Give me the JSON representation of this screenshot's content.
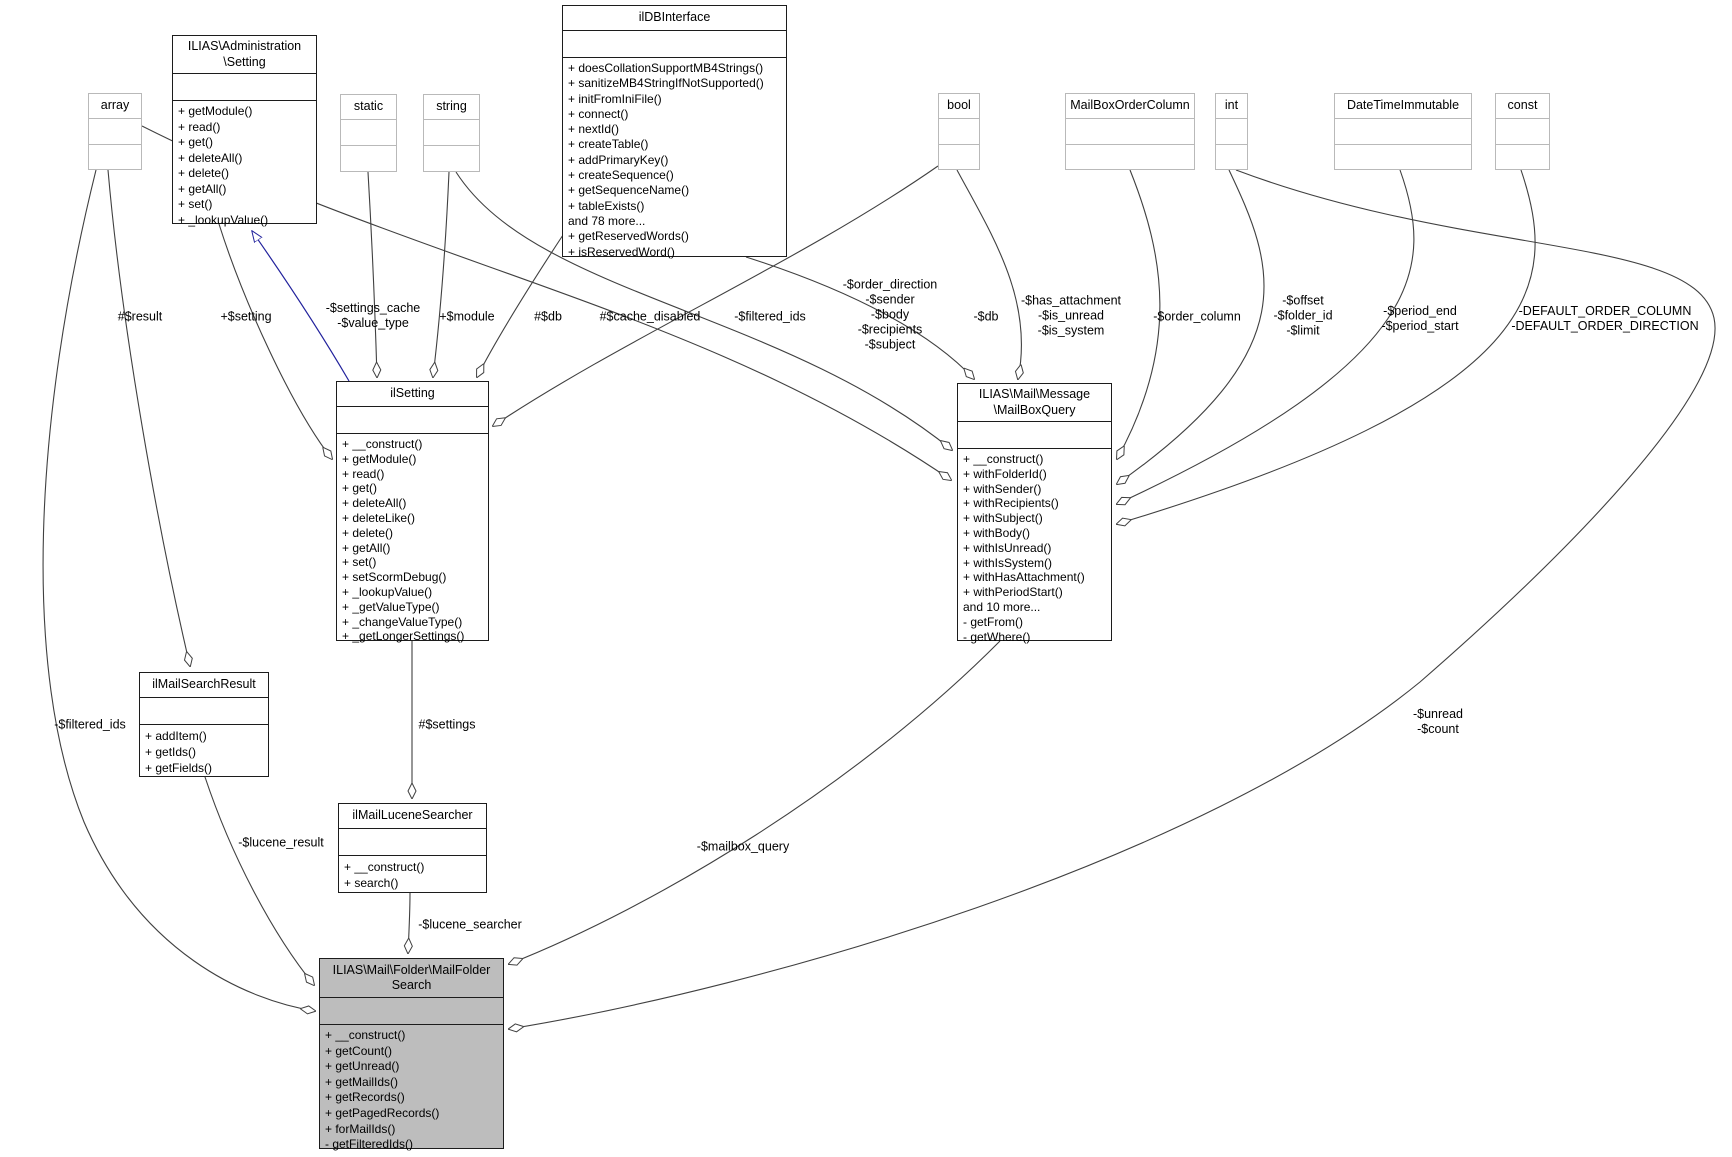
{
  "diagram": {
    "classes": [
      {
        "id": "array",
        "kind": "primitive",
        "title_lines": [
          "array"
        ],
        "methods": []
      },
      {
        "id": "setting_interface",
        "kind": "class",
        "title_lines": [
          "ILIAS\\Administration",
          "\\Setting"
        ],
        "methods": [
          "+ getModule()",
          "+ read()",
          "+ get()",
          "+ deleteAll()",
          "+ delete()",
          "+ getAll()",
          "+ set()",
          "+ _lookupValue()"
        ]
      },
      {
        "id": "static",
        "kind": "primitive",
        "title_lines": [
          "static"
        ],
        "methods": []
      },
      {
        "id": "string",
        "kind": "primitive",
        "title_lines": [
          "string"
        ],
        "methods": []
      },
      {
        "id": "ildbinterface",
        "kind": "class",
        "title_lines": [
          "ilDBInterface"
        ],
        "methods": [
          "+ doesCollationSupportMB4Strings()",
          "+ sanitizeMB4StringIfNotSupported()",
          "+ initFromIniFile()",
          "+ connect()",
          "+ nextId()",
          "+ createTable()",
          "+ addPrimaryKey()",
          "+ createSequence()",
          "+ getSequenceName()",
          "+ tableExists()",
          "and 78 more...",
          "+ getReservedWords()",
          "+ isReservedWord()"
        ]
      },
      {
        "id": "bool",
        "kind": "primitive",
        "title_lines": [
          "bool"
        ],
        "methods": []
      },
      {
        "id": "mailboxordercolumn",
        "kind": "primitive",
        "title_lines": [
          "MailBoxOrderColumn"
        ],
        "methods": []
      },
      {
        "id": "int",
        "kind": "primitive",
        "title_lines": [
          "int"
        ],
        "methods": []
      },
      {
        "id": "datetimeimmutable",
        "kind": "primitive",
        "title_lines": [
          "DateTimeImmutable"
        ],
        "methods": []
      },
      {
        "id": "const",
        "kind": "primitive",
        "title_lines": [
          "const"
        ],
        "methods": []
      },
      {
        "id": "ilsetting",
        "kind": "class",
        "title_lines": [
          "ilSetting"
        ],
        "methods": [
          "+ __construct()",
          "+ getModule()",
          "+ read()",
          "+ get()",
          "+ deleteAll()",
          "+ deleteLike()",
          "+ delete()",
          "+ getAll()",
          "+ set()",
          "+ setScormDebug()",
          "+ _lookupValue()",
          "+ _getValueType()",
          "+ _changeValueType()",
          "+ _getLongerSettings()"
        ]
      },
      {
        "id": "mailboxquery",
        "kind": "class",
        "title_lines": [
          "ILIAS\\Mail\\Message",
          "\\MailBoxQuery"
        ],
        "methods": [
          "+ __construct()",
          "+ withFolderId()",
          "+ withSender()",
          "+ withRecipients()",
          "+ withSubject()",
          "+ withBody()",
          "+ withIsUnread()",
          "+ withIsSystem()",
          "+ withHasAttachment()",
          "+ withPeriodStart()",
          "and 10 more...",
          "- getFrom()",
          "- getWhere()"
        ]
      },
      {
        "id": "ilmailsearchresult",
        "kind": "class",
        "title_lines": [
          "ilMailSearchResult"
        ],
        "methods": [
          "+ addItem()",
          "+ getIds()",
          "+ getFields()"
        ]
      },
      {
        "id": "ilmaillucenesearcher",
        "kind": "class",
        "title_lines": [
          "ilMailLuceneSearcher"
        ],
        "methods": [
          "+ __construct()",
          "+ search()"
        ]
      },
      {
        "id": "mailfoldersearch",
        "kind": "highlight",
        "title_lines": [
          "ILIAS\\Mail\\Folder\\MailFolder",
          "Search"
        ],
        "methods": [
          "+ __construct()",
          "+ getCount()",
          "+ getUnread()",
          "+ getMailIds()",
          "+ getRecords()",
          "+ getPagedRecords()",
          "+ forMailIds()",
          "- getFilteredIds()"
        ]
      }
    ],
    "edge_labels": [
      {
        "id": "result",
        "text": "#$result"
      },
      {
        "id": "setting",
        "text": "+$setting"
      },
      {
        "id": "settings_cache",
        "text": "-$settings_cache\n-$value_type"
      },
      {
        "id": "module",
        "text": "+$module"
      },
      {
        "id": "db_setting",
        "text": "#$db"
      },
      {
        "id": "cache_disabled",
        "text": "#$cache_disabled"
      },
      {
        "id": "filtered_ids_query",
        "text": "-$filtered_ids"
      },
      {
        "id": "query_strings",
        "text": "-$order_direction\n-$sender\n-$body\n-$recipients\n-$subject"
      },
      {
        "id": "db_query",
        "text": "-$db"
      },
      {
        "id": "query_bools",
        "text": "-$has_attachment\n-$is_unread\n-$is_system"
      },
      {
        "id": "order_column",
        "text": "-$order_column"
      },
      {
        "id": "query_ints",
        "text": "-$offset\n-$folder_id\n-$limit"
      },
      {
        "id": "period",
        "text": "-$period_end\n-$period_start"
      },
      {
        "id": "defaults",
        "text": "-DEFAULT_ORDER_COLUMN\n-DEFAULT_ORDER_DIRECTION"
      },
      {
        "id": "filtered_ids_search",
        "text": "-$filtered_ids"
      },
      {
        "id": "settings_member",
        "text": "#$settings"
      },
      {
        "id": "lucene_result",
        "text": "-$lucene_result"
      },
      {
        "id": "lucene_searcher",
        "text": "-$lucene_searcher"
      },
      {
        "id": "mailbox_query",
        "text": "-$mailbox_query"
      },
      {
        "id": "unread_count",
        "text": "-$unread\n-$count"
      }
    ],
    "edges": [
      {
        "from": "array",
        "to": "ilmailsearchresult",
        "label": "#$result",
        "type": "aggregation"
      },
      {
        "from": "array",
        "to": "mailboxquery",
        "label": "-$filtered_ids",
        "type": "aggregation"
      },
      {
        "from": "array",
        "to": "mailfoldersearch",
        "label": "-$filtered_ids",
        "type": "aggregation"
      },
      {
        "from": "setting_interface",
        "to": "ilsetting",
        "label": "+$setting",
        "type": "aggregation"
      },
      {
        "from": "ilsetting",
        "to": "setting_interface",
        "label": "",
        "type": "inheritance"
      },
      {
        "from": "static",
        "to": "ilsetting",
        "label": "-$settings_cache -$value_type",
        "type": "aggregation"
      },
      {
        "from": "string",
        "to": "ilsetting",
        "label": "+$module",
        "type": "aggregation"
      },
      {
        "from": "ildbinterface",
        "to": "ilsetting",
        "label": "#$db",
        "type": "aggregation"
      },
      {
        "from": "bool",
        "to": "ilsetting",
        "label": "#$cache_disabled",
        "type": "aggregation"
      },
      {
        "from": "string",
        "to": "mailboxquery",
        "label": "-$order_direction -$sender -$body -$recipients -$subject",
        "type": "aggregation"
      },
      {
        "from": "ildbinterface",
        "to": "mailboxquery",
        "label": "-$db",
        "type": "aggregation"
      },
      {
        "from": "bool",
        "to": "mailboxquery",
        "label": "-$has_attachment -$is_unread -$is_system",
        "type": "aggregation"
      },
      {
        "from": "mailboxordercolumn",
        "to": "mailboxquery",
        "label": "-$order_column",
        "type": "aggregation"
      },
      {
        "from": "int",
        "to": "mailboxquery",
        "label": "-$offset -$folder_id -$limit",
        "type": "aggregation"
      },
      {
        "from": "datetimeimmutable",
        "to": "mailboxquery",
        "label": "-$period_end -$period_start",
        "type": "aggregation"
      },
      {
        "from": "const",
        "to": "mailboxquery",
        "label": "-DEFAULT_ORDER_COLUMN -DEFAULT_ORDER_DIRECTION",
        "type": "aggregation"
      },
      {
        "from": "int",
        "to": "mailfoldersearch",
        "label": "-$unread -$count",
        "type": "aggregation"
      },
      {
        "from": "ilsetting",
        "to": "ilmaillucenesearcher",
        "label": "#$settings",
        "type": "aggregation"
      },
      {
        "from": "ilmailsearchresult",
        "to": "mailfoldersearch",
        "label": "-$lucene_result",
        "type": "aggregation"
      },
      {
        "from": "ilmaillucenesearcher",
        "to": "mailfoldersearch",
        "label": "-$lucene_searcher",
        "type": "aggregation"
      },
      {
        "from": "mailboxquery",
        "to": "mailfoldersearch",
        "label": "-$mailbox_query",
        "type": "aggregation"
      }
    ],
    "colors": {
      "edge": "#404040",
      "inheritance": "#21219c",
      "class_border": "#1c1c1c",
      "primitive_border": "#b9b9b9",
      "highlight_fill": "#bdbdbd",
      "node_fill": "#ffffff",
      "label_text": "#000000"
    }
  }
}
